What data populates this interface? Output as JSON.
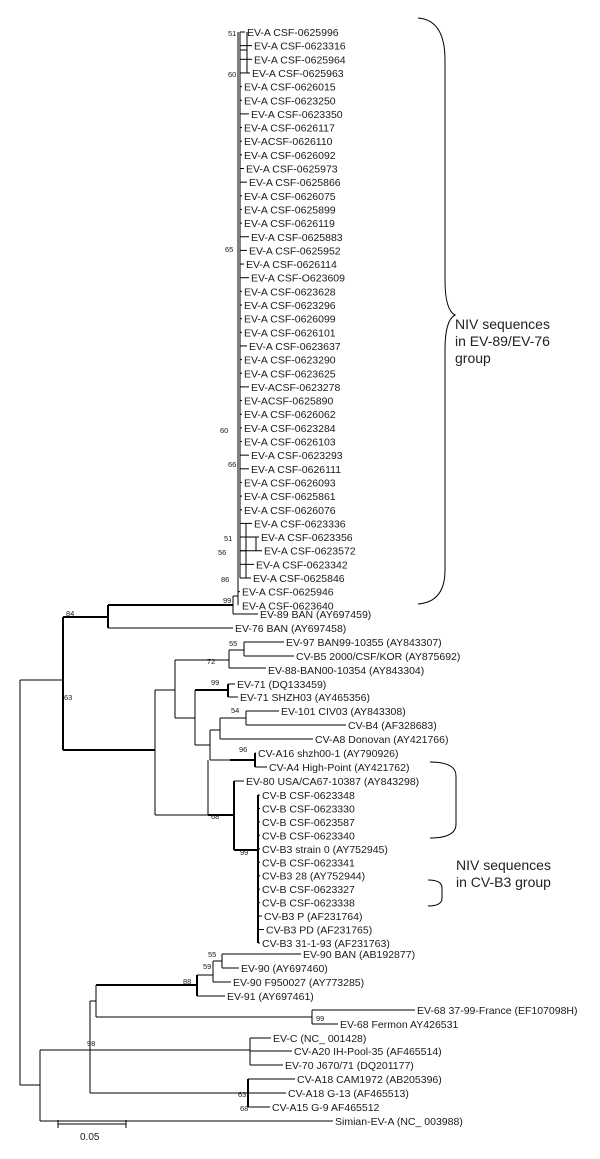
{
  "figure": {
    "leaves_top_group": [
      "EV-A CSF-0625996",
      "EV-A CSF-0623316",
      "EV-A CSF-0625964",
      "EV-A CSF-0625963",
      "EV-A CSF-0626015",
      "EV-A CSF-0623250",
      "EV-A CSF-0623350",
      "EV-A CSF-0626117",
      "EV-ACSF-0626110",
      "EV-A CSF-0626092",
      "EV-A CSF-0625973",
      "EV-A CSF-0625866",
      "EV-A CSF-0626075",
      "EV-A CSF-0625899",
      "EV-A CSF-0626119",
      "EV-A CSF-0625883",
      "EV-A CSF-0625952",
      "EV-A CSF-0626114",
      "EV-A CSF-O623609",
      "EV-A CSF-0623628",
      "EV-A CSF-0623296",
      "EV-A CSF-0626099",
      "EV-A CSF-0626101",
      "EV-A CSF-0623637",
      "EV-A CSF-0623290",
      "EV-A CSF-0623625",
      "EV-ACSF-0623278",
      "EV-ACSF-0625890",
      "EV-A CSF-0626062",
      "EV-A CSF-0623284",
      "EV-A CSF-0626103",
      "EV-A CSF-0623293",
      "EV-A CSF-0626111",
      "EV-A CSF-0626093",
      "EV-A CSF-0625861",
      "EV-A CSF-0626076",
      "EV-A CSF-0623336",
      "EV-A CSF-0623356",
      "EV-A CSF-0623572",
      "EV-A CSF-0623342",
      "EV-A CSF-0625846",
      "EV-A CSF-0625946",
      "EV-A CSF-0623640"
    ],
    "leaves_reference": [
      "EV-89 BAN (AY697459)",
      "EV-76 BAN (AY697458)",
      "EV-97 BAN99-10355 (AY843307)",
      "CV-B5 2000/CSF/KOR (AY875692)",
      "EV-88-BAN00-10354 (AY843304)",
      "EV-71 (DQ133459)",
      "EV-71 SHZH03 (AY465356)",
      "EV-101 CIV03 (AY843308)",
      "CV-B4 (AF328683)",
      "CV-A8 Donovan (AY421766)",
      "CV-A16 shzh00-1 (AY790926)",
      "CV-A4 High-Point (AY421762)",
      "EV-80 USA/CA67-10387 (AY843298)"
    ],
    "leaves_cvb": [
      "CV-B CSF-0623348",
      "CV-B CSF-0623330",
      "CV-B CSF-0623587",
      "CV-B CSF-0623340",
      "CV-B3 strain 0 (AY752945)",
      "CV-B CSF-0623341",
      "CV-B3 28 (AY752944)",
      "CV-B CSF-0623327",
      "CV-B CSF-0623338",
      "CV-B3 P (AF231764)",
      "CV-B3 PD (AF231765)",
      "CV-B3 31-1-93 (AF231763)"
    ],
    "leaves_bottom": [
      "EV-90 BAN (AB192877)",
      "EV-90 (AY697460)",
      "EV-90 F950027 (AY773285)",
      "EV-91 (AY697461)",
      "EV-68 37-99-France (EF107098H)",
      "EV-68 Fermon AY426531",
      "EV-C (NC_ 001428)",
      "CV-A20 IH-Pool-35 (AF465514)",
      "EV-70 J670/71 (DQ201177)",
      "CV-A18 CAM1972 (AB205396)",
      "CV-A18 G-13 (AF465513)",
      "CV-A15 G-9 AF465512",
      "Simian-EV-A (NC_ 003988)"
    ],
    "bootstrap": {
      "b51a": "51",
      "b60a": "60",
      "b65": "65",
      "b60b": "60",
      "b66a": "66",
      "b51b": "51",
      "b56": "56",
      "b86": "86",
      "b99a": "99",
      "b84": "84",
      "b55a": "55",
      "b72": "72",
      "b63a": "63",
      "b99b": "99",
      "b54": "54",
      "b96": "96",
      "b68a": "68",
      "b99c": "99",
      "b55b": "55",
      "b59": "59",
      "b88": "88",
      "b99d": "99",
      "b98": "98",
      "b63b": "63",
      "b68b": "68"
    },
    "annotations": {
      "group1_line1": "NIV sequences",
      "group1_line2": "in EV-89/EV-76",
      "group1_line3": "group",
      "group2_line1": "NIV sequences",
      "group2_line2": "in CV-B3 group"
    },
    "scale_label": "0.05"
  }
}
